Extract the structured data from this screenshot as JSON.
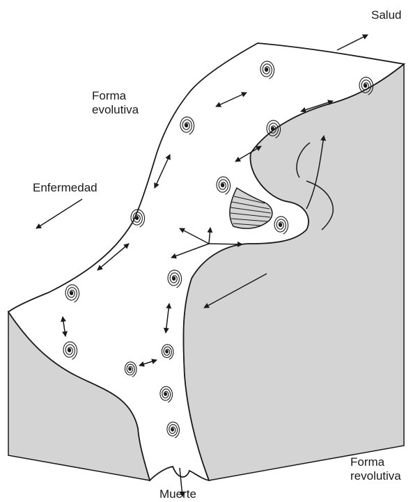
{
  "labels": {
    "salud": "Salud",
    "forma_evolutiva": [
      "Forma",
      "evolutiva"
    ],
    "enfermedad": "Enfermedad",
    "forma_revolutiva": [
      "Forma",
      "revolutiva"
    ],
    "muerte": "Muerte"
  },
  "colors": {
    "shade": "#d4d4d4",
    "stroke": "#1a1a1a",
    "surface": "#ffffff"
  },
  "icons": {
    "attractor": "spiral-icon",
    "transition": "double-arrow-icon",
    "flow": "arrow-icon"
  }
}
